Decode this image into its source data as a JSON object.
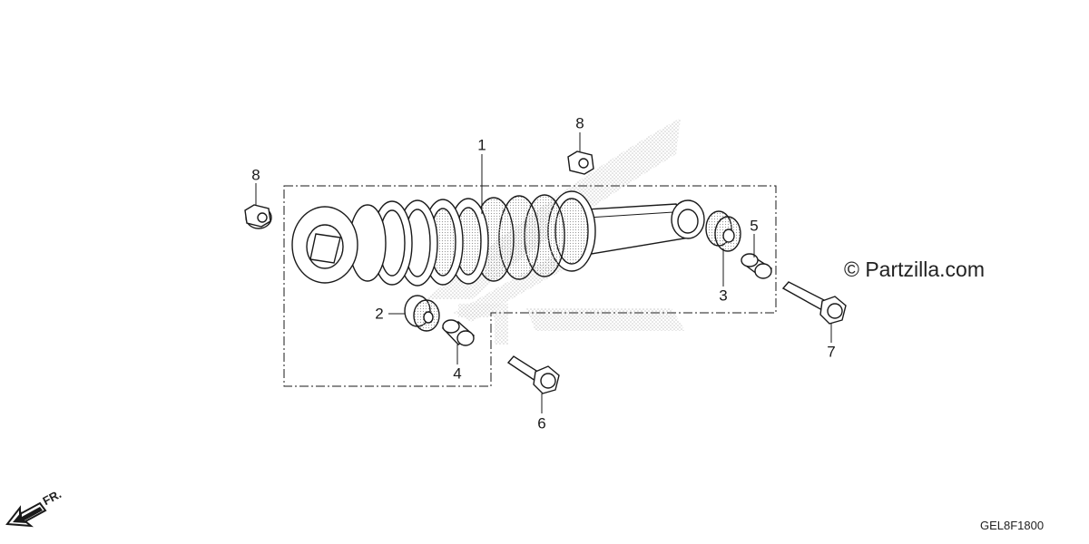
{
  "diagram": {
    "callouts": {
      "shock_absorber": "1",
      "upper_bushing": "2",
      "lower_bushing": "3",
      "upper_collar": "4",
      "lower_collar": "5",
      "upper_bolt": "6",
      "lower_bolt": "7",
      "nut_left": "8",
      "nut_top": "8"
    },
    "copyright": "© Partzilla.com",
    "diagram_code": "GEL8F1800",
    "front_indicator": "FR."
  },
  "colors": {
    "line": "#1a1a1a",
    "watermark": "#c8c8c8",
    "background": "#ffffff"
  },
  "icons": [
    "front-direction-arrow-icon"
  ]
}
